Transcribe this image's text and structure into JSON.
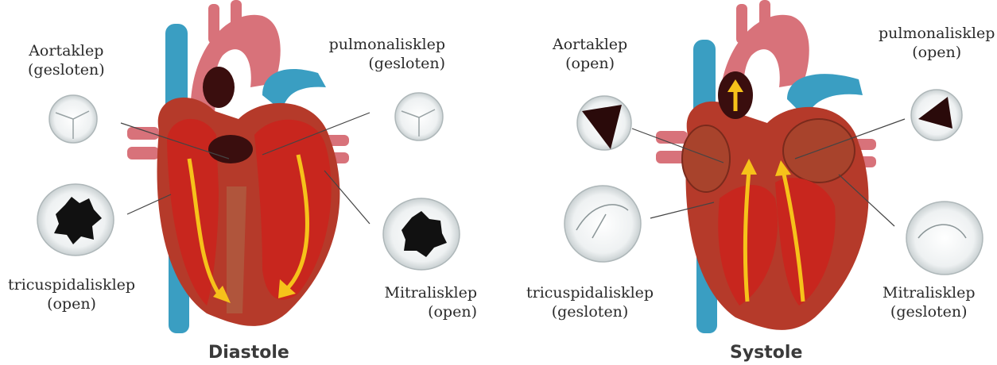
{
  "diastole": {
    "caption": "Diastole",
    "aortic": {
      "name": "Aortaklep",
      "state": "(gesloten)"
    },
    "pulmonary": {
      "name": "pulmonalisklep",
      "state": "(gesloten)"
    },
    "tricuspid": {
      "name": "tricuspidalisklep",
      "state": "(open)"
    },
    "mitral": {
      "name": "Mitralisklep",
      "state": "(open)"
    }
  },
  "systole": {
    "caption": "Systole",
    "aortic": {
      "name": "Aortaklep",
      "state": "(open)"
    },
    "pulmonary": {
      "name": "pulmonalisklep",
      "state": "(open)"
    },
    "tricuspid": {
      "name": "tricuspidalisklep",
      "state": "(gesloten)"
    },
    "mitral": {
      "name": "Mitralisklep",
      "state": "(gesloten)"
    }
  },
  "colors": {
    "muscle": "#b53a2a",
    "chamber": "#c8261e",
    "artery": "#d8727a",
    "vein": "#3a9ec2",
    "flow_arrow": "#f6c21a",
    "valve_ring": "#d9dedf"
  }
}
